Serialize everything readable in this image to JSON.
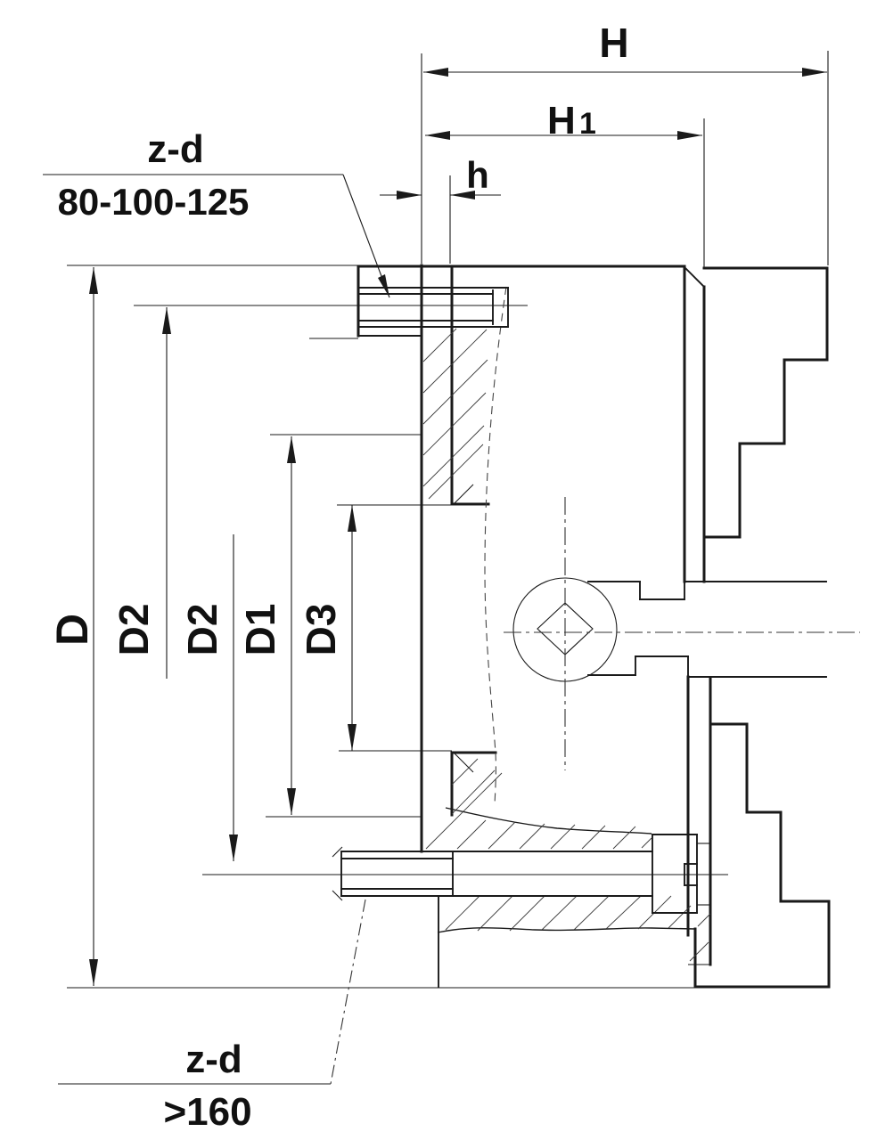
{
  "drawing": {
    "description": "Cross-section technical drawing of a lathe chuck with back mounting plate, stepped jaws, pinion socket and two mounting-bolt variants",
    "background_color": "#ffffff",
    "line_color": "#1a1a1a"
  },
  "labels": {
    "top_leader": {
      "title": "z-d",
      "subtitle": "80-100-125"
    },
    "bottom_leader": {
      "title": "z-d",
      "subtitle": ">160"
    },
    "dims": {
      "H": "H",
      "H1_base": "H",
      "H1_sub": "1",
      "h": "h",
      "D": "D",
      "D2_outer": "D2",
      "D2_inner": "D2",
      "D1": "D1",
      "D3": "D3"
    }
  }
}
